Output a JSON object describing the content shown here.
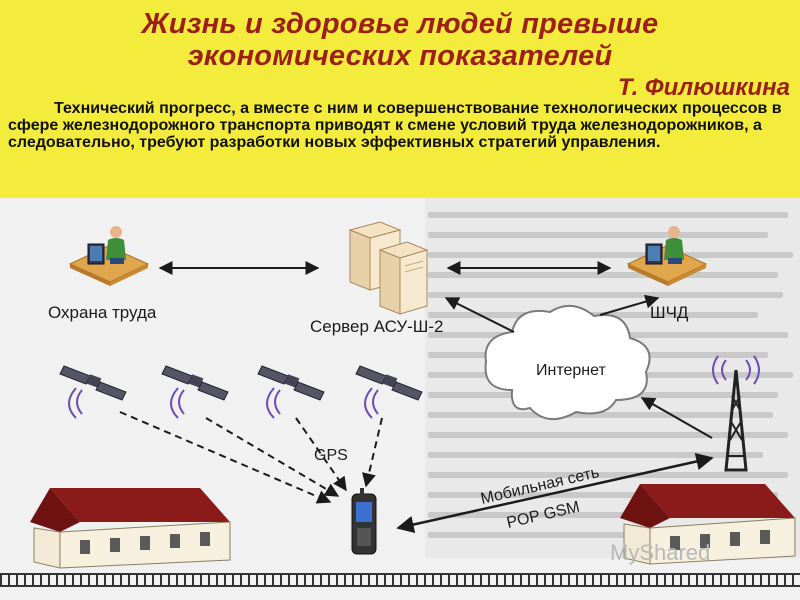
{
  "header": {
    "title_line1": "Жизнь и здоровье людей превыше",
    "title_line2": "экономических показателей",
    "author": "Т. Филюшкина",
    "lead": "Технический прогресс, а вместе с ним и совершенствование технологических процессов в сфере железнодорожного транспорта приводят к смене условий труда железнодорожников, а следовательно, требуют разработки новых эффективных стратегий управления."
  },
  "diagram": {
    "nodes": {
      "labor_protection": "Охрана труда",
      "server": "Сервер АСУ-Ш-2",
      "shchd": "ШЧД",
      "internet": "Интернет",
      "gps": "GPS",
      "mobile_net": "Мобильная сеть",
      "pop_gsm": "POP GSM"
    }
  },
  "watermark": "MyShared",
  "colors": {
    "banner": "#f4ec3c",
    "title": "#9c1f1c",
    "roof": "#8b1a1a",
    "rail": "#333333"
  }
}
